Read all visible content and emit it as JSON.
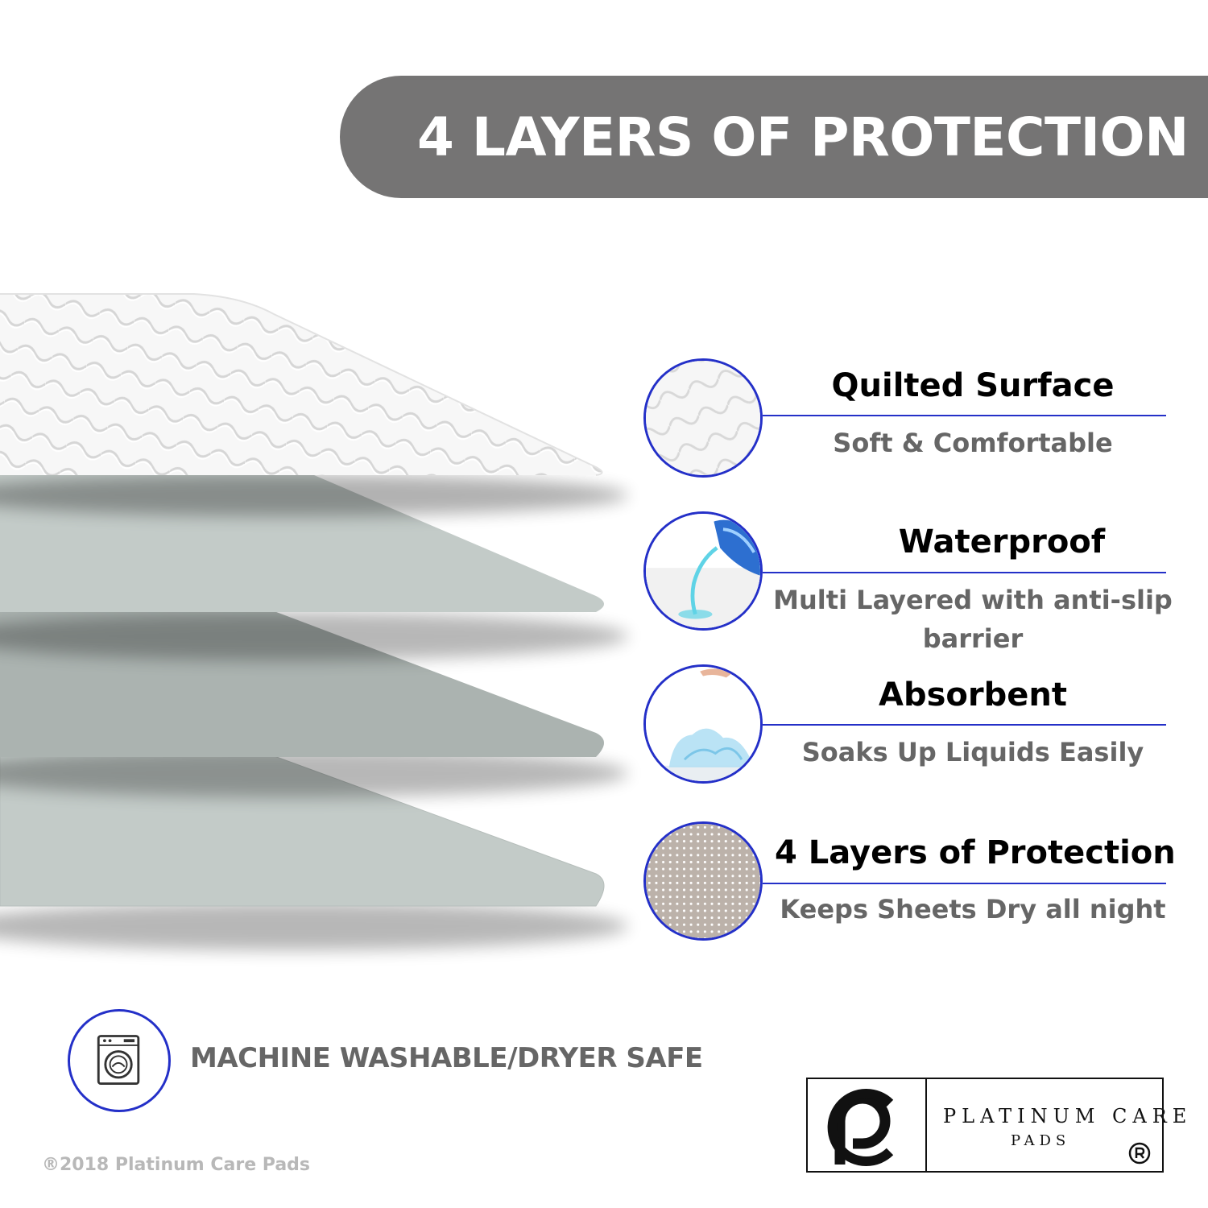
{
  "banner": {
    "title": "4 LAYERS OF PROTECTION"
  },
  "features": [
    {
      "title": "Quilted Surface",
      "description": "Soft & Comfortable",
      "icon": "quilted-fabric-icon"
    },
    {
      "title": "Waterproof",
      "description": "Multi Layered with anti-slip barrier",
      "icon": "water-pouring-icon"
    },
    {
      "title": "Absorbent",
      "description": "Soaks Up Liquids Easily",
      "icon": "absorbent-pad-icon"
    },
    {
      "title": "4 Layers of Protection",
      "description": "Keeps Sheets Dry all night",
      "icon": "dotted-backing-icon"
    }
  ],
  "washing": {
    "label": "MACHINE WASHABLE/DRYER SAFE",
    "icon": "washing-machine-icon"
  },
  "copyright": "®2018 Platinum Care Pads",
  "logo": {
    "line1": "PLATINUM CARE",
    "line2": "PADS",
    "registered": "®"
  },
  "colors": {
    "banner": "#757474",
    "accent_blue": "#2430c8",
    "layer_light": "#c3cbc8",
    "layer_mid": "#abb3b0",
    "desc_gray": "#666666"
  }
}
